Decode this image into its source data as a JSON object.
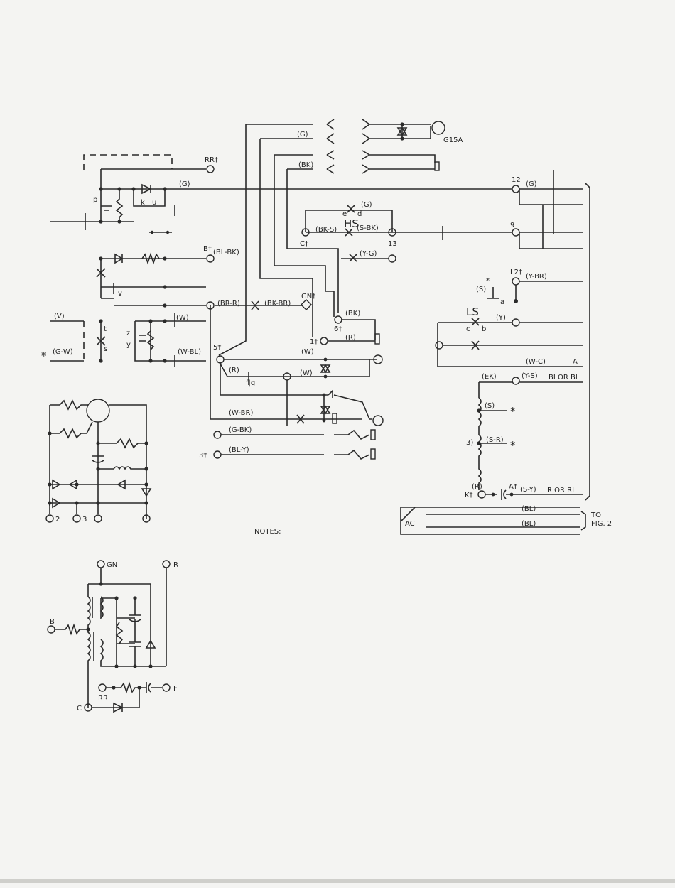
{
  "diagram": {
    "top_labels": {
      "g15a": "G15A",
      "wire_g_top": "(G)",
      "wire_bk_top": "(BK)",
      "rr_terminal": "RR†",
      "wire_g_main": "(G)",
      "p": "p",
      "k": "k",
      "u": "u",
      "term12": "12",
      "wire_g_right": "(G)",
      "term9": "9",
      "e": "e",
      "d": "d",
      "wire_g_hs": "(G)",
      "hs": "HS",
      "wire_bks": "(BK-S)",
      "wire_sbk": "(S-BK)",
      "ct": "C†",
      "term13": "13",
      "bt": "B†",
      "wire_blbk": "(BL-BK)",
      "wire_yg": "(Y-G)",
      "v_small": "v",
      "l2": "L2†",
      "wire_ybr": "(Y-BR)",
      "star1": "*",
      "s_paren": "(S)",
      "a_small": "a",
      "ls": "LS",
      "c_small": "c",
      "b_small": "b",
      "wire_y": "(Y)",
      "wire_v": "(V)",
      "t_small": "t",
      "s_small": "s",
      "star_left": "*",
      "wire_gw": "(G-W)",
      "wire_brr": "(BR-R)",
      "wire_bkbr": "(BK-BR)",
      "gn": "GN†",
      "wire_bk_mid": "(BK)",
      "term6": "6†",
      "wire_w1": "(W)",
      "z": "z",
      "y": "y",
      "wire_wbl": "(W-BL)",
      "term5": "5†",
      "term1": "1†",
      "wire_r1": "(R)",
      "wire_w2": "(W)",
      "wire_r2": "(R)",
      "fg": "f|g",
      "wire_w3": "(W)",
      "wire_wc": "(W-C)",
      "a_cap": "A",
      "wire_ek": "(EK)",
      "wire_ys": "(Y-S)",
      "bl_or_bi": "BI OR BI",
      "wire_s": "(S)",
      "star2": "*",
      "term3": "3)",
      "wire_sr": "(S-R)",
      "star3": "*",
      "wire_wbr": "(W-BR)",
      "wire_gbk": "(G-BK)",
      "term3b": "3†",
      "wire_bly": "(BL-Y)",
      "wire_r3": "(R)",
      "kt": "K†",
      "at": "A†",
      "wire_sy": "(S-Y)",
      "r_or_ri": "R OR RI",
      "ac": "AC",
      "wire_bl1": "(BL)",
      "wire_bl2": "(BL)",
      "to": "TO",
      "fig2": "FIG. 2",
      "notes": "NOTES:"
    },
    "transistor_circuit": {
      "t2": "2",
      "t3": "3"
    },
    "regulator_circuit": {
      "gn": "GN",
      "r": "R",
      "b": "B",
      "rr": "RR",
      "c": "C",
      "f": "F"
    }
  }
}
